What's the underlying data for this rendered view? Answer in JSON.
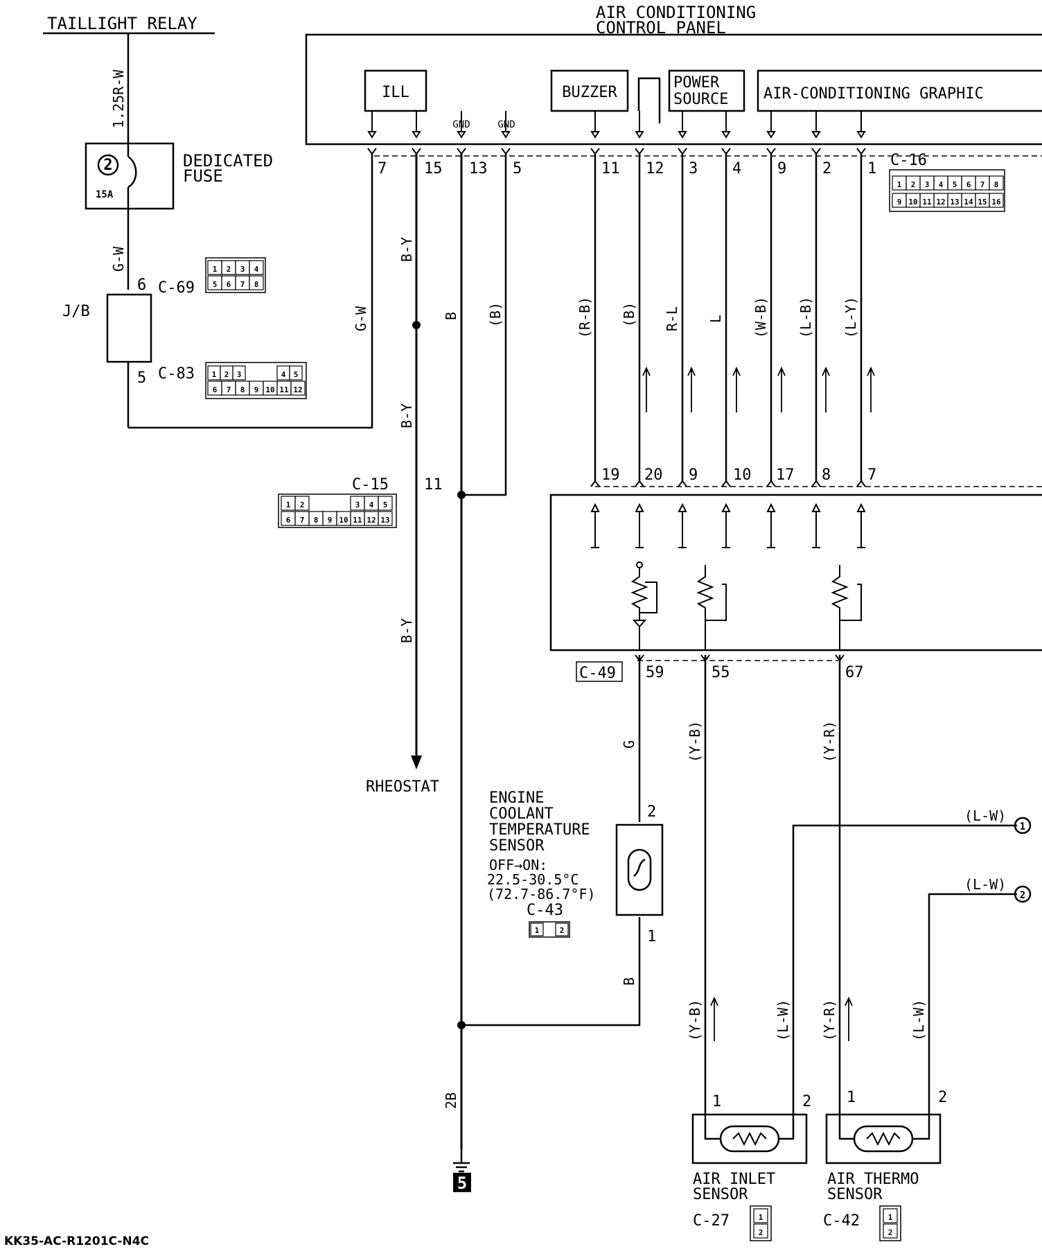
{
  "title": {
    "line1": "AIR CONDITIONING",
    "line2": "CONTROL PANEL"
  },
  "taillight_relay": "TAILLIGHT RELAY",
  "fuse": {
    "line1": "DEDICATED",
    "line2": "FUSE",
    "number": "2",
    "rating": "15A"
  },
  "jb": "J/B",
  "panel_blocks": {
    "ill": "ILL",
    "buzzer": "BUZZER",
    "power_line1": "POWER",
    "power_line2": "SOURCE",
    "graphic": "AIR-CONDITIONING GRAPHIC",
    "gnd": "GND"
  },
  "top_pins": [
    "7",
    "15",
    "13",
    "5",
    "11",
    "12",
    "3",
    "4",
    "9",
    "2",
    "1"
  ],
  "mid_pins": [
    "19",
    "20",
    "9",
    "10",
    "17",
    "8",
    "7"
  ],
  "bottom_pins": [
    "59",
    "55",
    "67"
  ],
  "left_pins": {
    "c69": "6",
    "c83": "5",
    "c15": "11"
  },
  "connectors": {
    "c16": "C-16",
    "c69": "C-69",
    "c83": "C-83",
    "c15": "C-15",
    "c49": "C-49",
    "c43": "C-43",
    "c27": "C-27",
    "c42": "C-42"
  },
  "connector_grids": {
    "c16_row1": [
      "1",
      "2",
      "3",
      "4",
      "5",
      "6",
      "7",
      "8"
    ],
    "c16_row2": [
      "9",
      "10",
      "11",
      "12",
      "13",
      "14",
      "15",
      "16"
    ],
    "c69_row1": [
      "1",
      "2",
      "3",
      "4"
    ],
    "c69_row2": [
      "5",
      "6",
      "7",
      "8"
    ],
    "c83_row1": [
      "1",
      "2",
      "3",
      "4",
      "5"
    ],
    "c83_row2": [
      "6",
      "7",
      "8",
      "9",
      "10",
      "11",
      "12"
    ],
    "c15_row1": [
      "1",
      "2",
      "3",
      "4",
      "5"
    ],
    "c15_row2": [
      "6",
      "7",
      "8",
      "9",
      "10",
      "11",
      "12",
      "13"
    ],
    "c43_row": [
      "1",
      "2"
    ],
    "sensor_pins": [
      "1",
      "2"
    ]
  },
  "wire_colors": {
    "relay": "1.25R-W",
    "fuse_out": "G-W",
    "jb_out": "G-W",
    "by1": "B-Y",
    "by2": "B-Y",
    "by3": "B-Y",
    "b_main": "B",
    "b_paren": "(B)",
    "rb": "(R-B)",
    "b2": "(B)",
    "rl": "R-L",
    "l": "L",
    "wb": "(W-B)",
    "lb": "(L-B)",
    "ly": "(L-Y)",
    "g": "G",
    "yb": "(Y-B)",
    "yr": "(Y-R)",
    "b_sensor": "B",
    "yb2": "(Y-B)",
    "lw_a": "(L-W)",
    "yr2": "(Y-R)",
    "lw_b": "(L-W)",
    "lw1": "(L-W)",
    "lw2": "(L-W)",
    "two_b": "2B"
  },
  "rheostat": "RHEOSTAT",
  "ect_sensor": {
    "line1": "ENGINE",
    "line2": "COOLANT",
    "line3": "TEMPERATURE",
    "line4": "SENSOR",
    "spec1": "OFF→ON:",
    "spec2": "22.5-30.5°C",
    "spec3": "(72.7-86.7°F)",
    "pin2": "2",
    "pin1": "1"
  },
  "inlet_sensor": {
    "line1": "AIR INLET",
    "line2": "SENSOR",
    "pin1": "1",
    "pin2": "2"
  },
  "thermo_sensor": {
    "line1": "AIR THERMO",
    "line2": "SENSOR",
    "pin1": "1",
    "pin2": "2"
  },
  "refs": {
    "r1": "1",
    "r2": "2"
  },
  "ground_id": "5",
  "footer_code": "KK35-AC-R1201C-N4C"
}
